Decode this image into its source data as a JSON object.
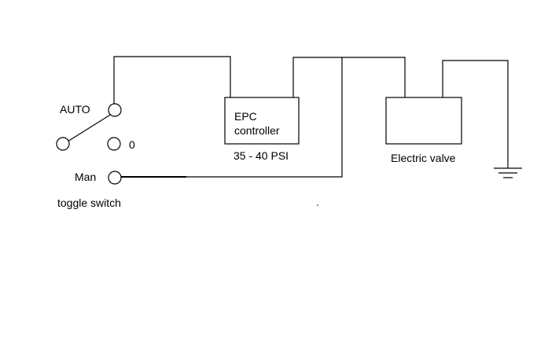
{
  "switch": {
    "auto_label": "AUTO",
    "off_label": "0",
    "man_label": "Man",
    "caption": "toggle switch"
  },
  "epc_controller": {
    "line1": "EPC",
    "line2": "controller",
    "pressure": "35 - 40 PSI"
  },
  "electric_valve": {
    "label": "Electric valve"
  }
}
